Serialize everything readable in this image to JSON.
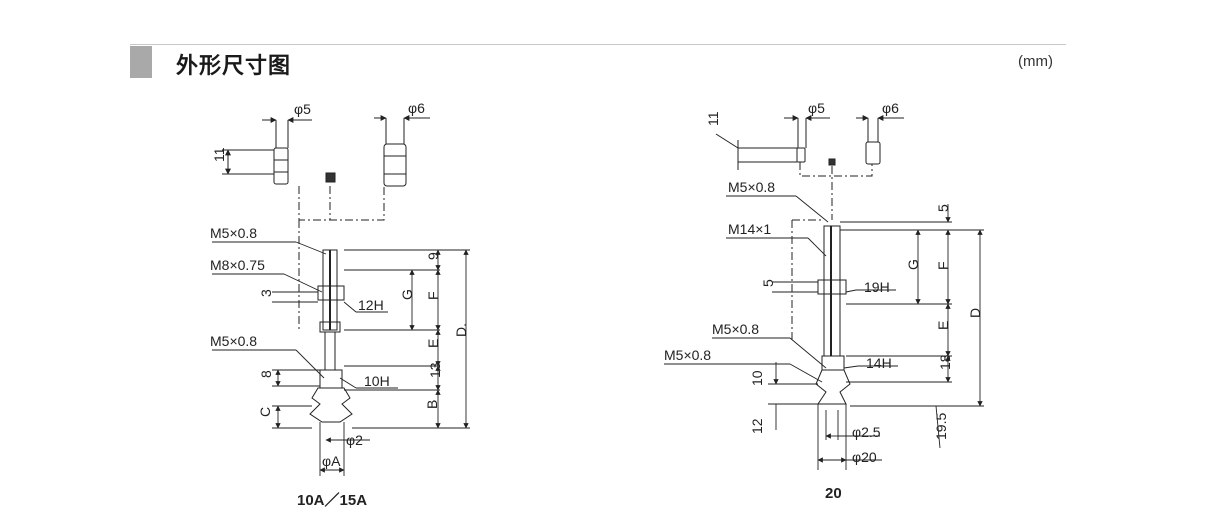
{
  "header": {
    "title": "外形尺寸图",
    "unit": "(mm)"
  },
  "left_model": {
    "caption": "10A／15A",
    "labels": {
      "phi5": "φ5",
      "phi6": "φ6",
      "h11": "11",
      "m5_top": "M5×0.8",
      "m8": "M8×0.75",
      "m5_bottom": "M5×0.8",
      "d3": "3",
      "d8": "8",
      "h12": "12H",
      "h10": "10H",
      "d9": "9",
      "g": "G",
      "f": "F",
      "e": "E",
      "d13": "13",
      "b": "B",
      "d": "D.",
      "c": "C",
      "phi2": "φ2",
      "phia": "φA"
    }
  },
  "right_model": {
    "caption": "20",
    "labels": {
      "phi5": "φ5",
      "phi6": "φ6",
      "h11": "11",
      "m5_top": "M5×0.8",
      "m14": "M14×1",
      "m5_mid": "M5×0.8",
      "m5_low": "M5×0.8",
      "d5": "5",
      "h19": "19H",
      "h14": "14H",
      "d10": "10",
      "d12": "12",
      "d5_top": "5",
      "g": "G",
      "f": "F",
      "e": "E",
      "d": "D",
      "d18": "18",
      "d19_5": "19.5",
      "phi2_5": "φ2.5",
      "phi20": "φ20"
    }
  }
}
